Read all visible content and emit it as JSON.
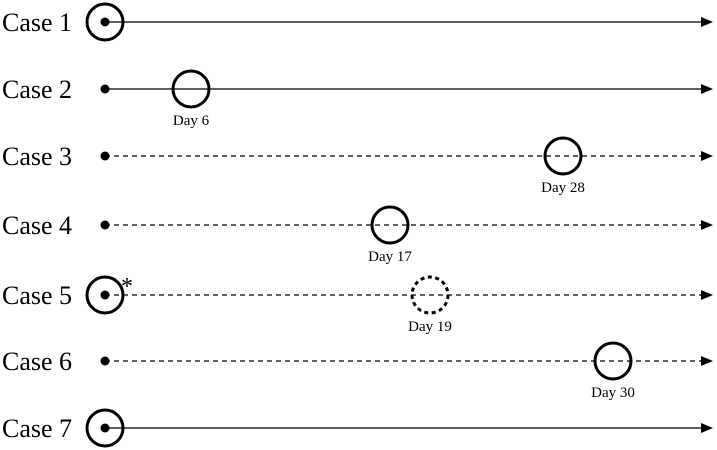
{
  "cases": [
    {
      "label": "Case 1",
      "line": "solid",
      "event_day": 0,
      "event_label": "",
      "event_style": "solid",
      "marker": ""
    },
    {
      "label": "Case 2",
      "line": "solid",
      "event_day": 6,
      "event_label": "Day 6",
      "event_style": "solid",
      "marker": ""
    },
    {
      "label": "Case 3",
      "line": "dashed",
      "event_day": 28,
      "event_label": "Day 28",
      "event_style": "solid",
      "marker": ""
    },
    {
      "label": "Case 4",
      "line": "dashed",
      "event_day": 17,
      "event_label": "Day 17",
      "event_style": "solid",
      "marker": ""
    },
    {
      "label": "Case 5",
      "line": "dashed",
      "event_day": 19,
      "event_label": "Day 19",
      "event_style": "dotted",
      "marker": "*",
      "start_circle": true
    },
    {
      "label": "Case 6",
      "line": "dashed",
      "event_day": 30,
      "event_label": "Day 30",
      "event_style": "solid",
      "marker": ""
    },
    {
      "label": "Case 7",
      "line": "solid",
      "event_day": 0,
      "event_label": "",
      "event_style": "solid",
      "marker": ""
    }
  ],
  "colors": {
    "ink": "#000000",
    "background": "#ffffff"
  }
}
